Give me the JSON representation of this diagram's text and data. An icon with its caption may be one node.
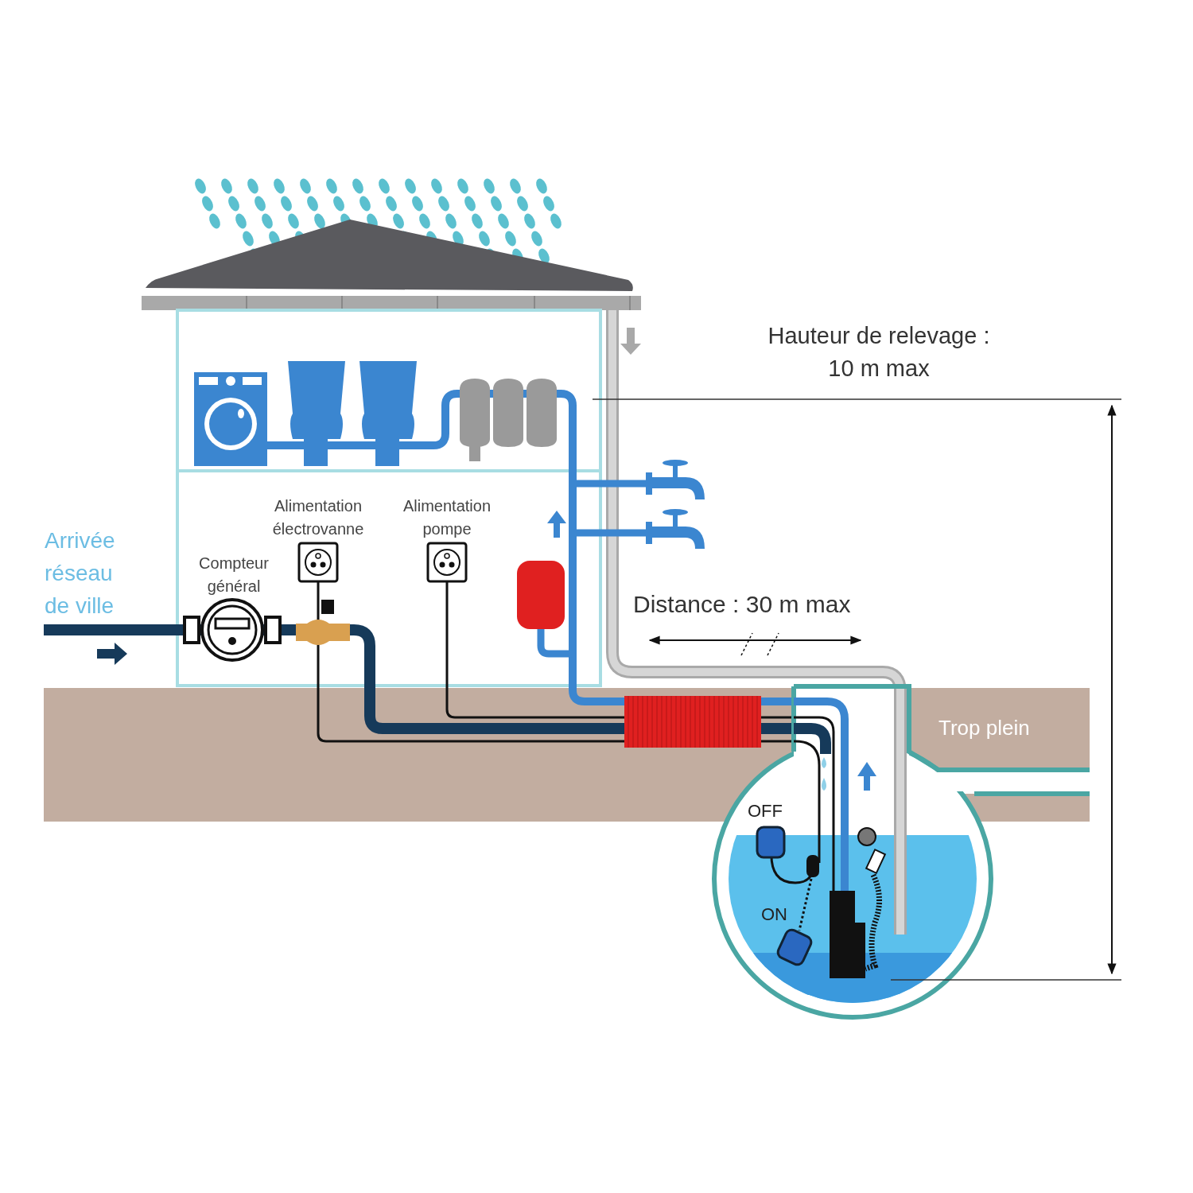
{
  "diagram": {
    "labels": [
      "Hauteur de relevage : 10 m max",
      "Alimentation électrovanne",
      "Alimentation pompe",
      "Arrivée réseau de ville",
      "Compteur général",
      "Distance : 30 m max",
      "Trop plein",
      "OFF",
      "ON"
    ]
  }
}
